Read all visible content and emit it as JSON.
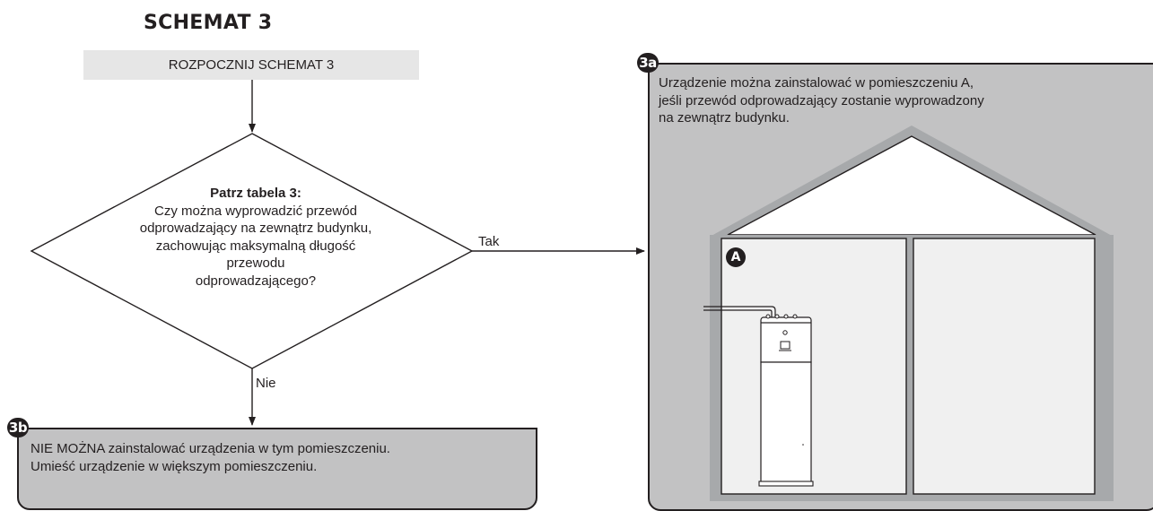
{
  "title": "SCHEMAT 3",
  "start": {
    "label": "ROZPOCZNIJ SCHEMAT 3"
  },
  "decision": {
    "heading": "Patrz tabela 3:",
    "lines": [
      "Czy można wyprowadzić przewód",
      "odprowadzający na zewnątrz budynku,",
      "zachowując maksymalną długość przewodu",
      "odprowadzającego?"
    ]
  },
  "edges": {
    "yes": "Tak",
    "no": "Nie"
  },
  "result_3a": {
    "badge": "3a",
    "lines": [
      "Urządzenie można zainstalować w pomieszczeniu A,",
      "jeśli przewód odprowadzający zostanie wyprowadzony",
      "na zewnątrz budynku."
    ],
    "room_label": "A"
  },
  "result_3b": {
    "badge": "3b",
    "lines": [
      "NIE MOŻNA zainstalować urządzenia w tym pomieszczeniu.",
      "Umieść urządzenie w większym pomieszczeniu."
    ]
  },
  "colors": {
    "ink": "#231f20",
    "start_fill": "#e6e6e6",
    "panel_fill": "#c2c2c3",
    "house_fill": "#a7a9ab",
    "room_fill": "#f0f0f0"
  }
}
